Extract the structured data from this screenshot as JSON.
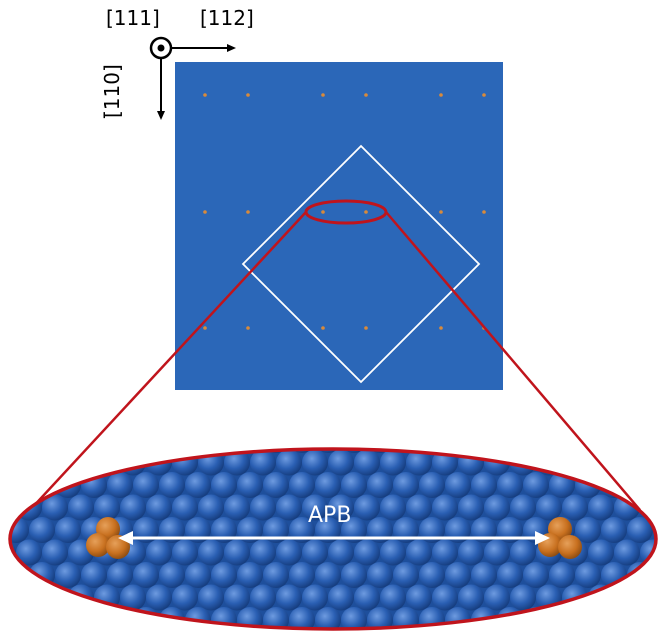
{
  "axes": {
    "out_of_plane": "[111]",
    "horizontal": "[112]",
    "vertical": "[̄110]"
  },
  "zoom_label": "APB",
  "colors": {
    "simulation_cell": "#2b67b8",
    "atom_blue": "#2a5fb3",
    "defect_atom": "#c8701f",
    "zoom_outline": "#c0141c",
    "rotated_cell_outline": "#ffffff",
    "arrow": "#ffffff"
  },
  "icons": [
    "axis-into-page-icon",
    "axis-arrow-right-icon",
    "axis-arrow-down-icon"
  ]
}
